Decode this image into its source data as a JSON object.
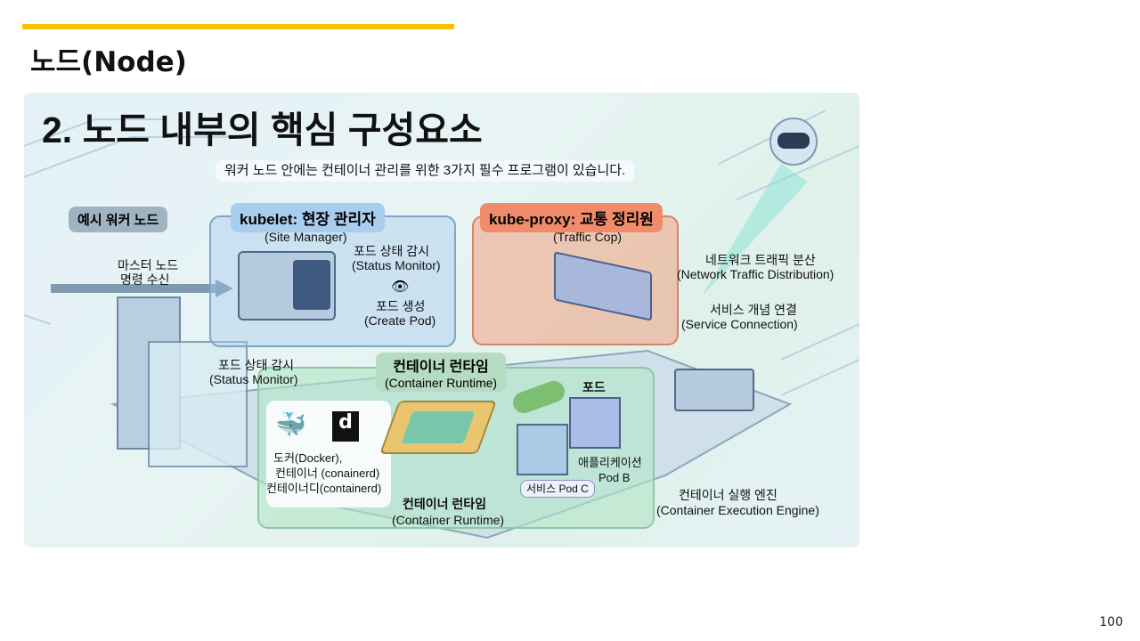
{
  "slide": {
    "title": "노드(Node)",
    "page_number": "100",
    "accent_color": "#f5c200"
  },
  "illustration": {
    "heading": "2. 노드 내부의 핵심 구성요소",
    "subtitle": "워커 노드 안에는 컨테이너 관리를 위한 3가지 필수 프로그램이 있습니다.",
    "worker_node_label": "예시 워커 노드",
    "master_command": [
      "마스터 노드",
      "명령 수신"
    ],
    "kubelet": {
      "title": "kubelet: 현장 관리자",
      "subtitle": "(Site Manager)",
      "status_monitor": [
        "포드 상태 감시",
        "(Status Monitor)"
      ],
      "create_pod": [
        "포드 생성",
        "(Create Pod)"
      ],
      "color": "#a9cdee"
    },
    "kube_proxy": {
      "title": "kube-proxy: 교통 정리원",
      "subtitle": "(Traffic Cop)",
      "traffic": [
        "네트워크 트래픽 분산",
        "(Network Traffic Distribution)"
      ],
      "service": [
        "서비스 개념 연결",
        "(Service Connection)"
      ],
      "color": "#f29a78"
    },
    "status_monitor_left": [
      "포드 상태 감시",
      "(Status Monitor)"
    ],
    "runtime": {
      "title": [
        "컨테이너 런타임",
        "(Container Runtime)"
      ],
      "tools": [
        "도커(Docker),",
        "컨테이너 (conainerd)",
        "컨테이너디(containerd)"
      ],
      "bottom": [
        "컨테이너 런타임",
        "(Container Runtime)"
      ],
      "pod_label": "포드",
      "app_pod": [
        "애플리케이션",
        "Pod B"
      ],
      "service_pod": "서비스 Pod C",
      "engine": [
        "컨테이너 실행 엔진",
        "(Container Execution Engine)"
      ],
      "color": "#c6ecd4"
    }
  }
}
